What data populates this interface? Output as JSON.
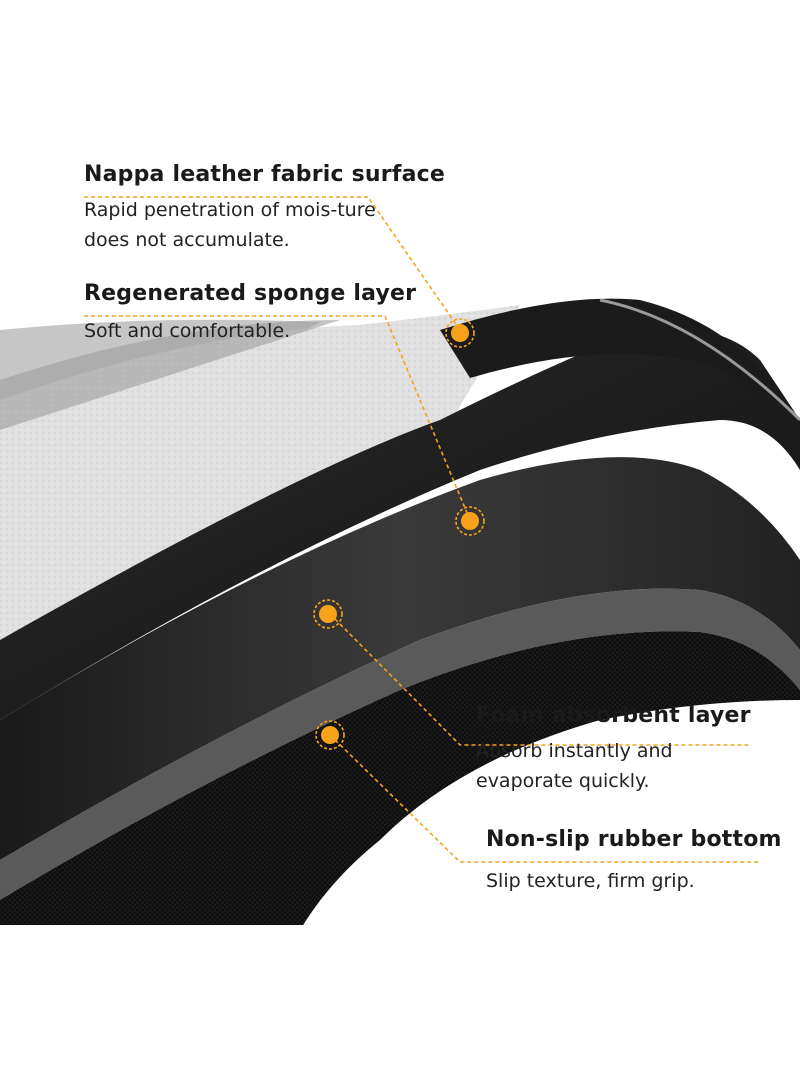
{
  "callouts": {
    "nappa": {
      "title": "Nappa leather fabric surface",
      "desc": "Rapid penetration of mois-ture does not accumulate."
    },
    "sponge": {
      "title": "Regenerated sponge layer",
      "desc": "Soft and comfortable."
    },
    "foam": {
      "title": "Foam absorbent layer",
      "desc": "Absorb instantly and evaporate quickly."
    },
    "rubber": {
      "title": "Non-slip rubber bottom",
      "desc": "Slip texture, firm grip."
    }
  },
  "colors": {
    "accent": "#f7a21b",
    "surface": "#d9d9d9",
    "sponge": "#1c1c1c",
    "foam": "#2b2b2b",
    "rubber": "#0e0e0e",
    "background": "#ffffff"
  }
}
